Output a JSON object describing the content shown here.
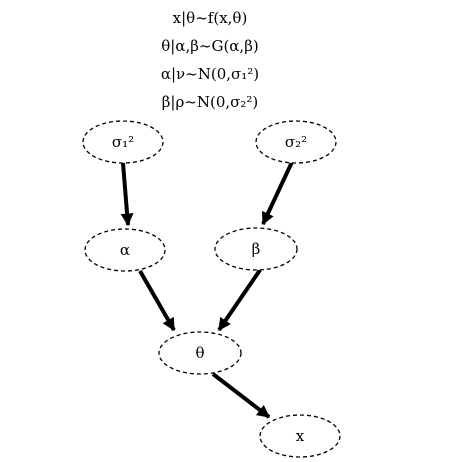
{
  "equations": [
    "x|θ~f(x,θ)",
    "θ|α,β~G(α,β)",
    "α|ν~N(0,σ₁²)",
    "β|ρ~N(0,σ₂²)"
  ],
  "nodes": {
    "sigma1": "σ₁²",
    "sigma2": "σ₂²",
    "alpha": "α",
    "beta": "β",
    "theta": "θ",
    "x": "x"
  },
  "edges": [
    {
      "from": "sigma1",
      "to": "alpha"
    },
    {
      "from": "sigma2",
      "to": "beta"
    },
    {
      "from": "alpha",
      "to": "theta"
    },
    {
      "from": "beta",
      "to": "theta"
    },
    {
      "from": "theta",
      "to": "x"
    }
  ]
}
